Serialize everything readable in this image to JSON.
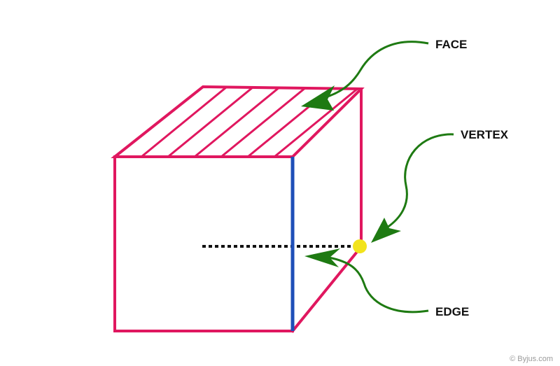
{
  "labels": {
    "face": "FACE",
    "vertex": "VERTEX",
    "edge": "EDGE"
  },
  "watermark": "© Byjus.com",
  "colors": {
    "cube_outline": "#e0175f",
    "highlighted_edge": "#1f4fb8",
    "vertex_dot": "#f2e31c",
    "arrows": "#1e7a12",
    "hidden_line": "#111111"
  }
}
